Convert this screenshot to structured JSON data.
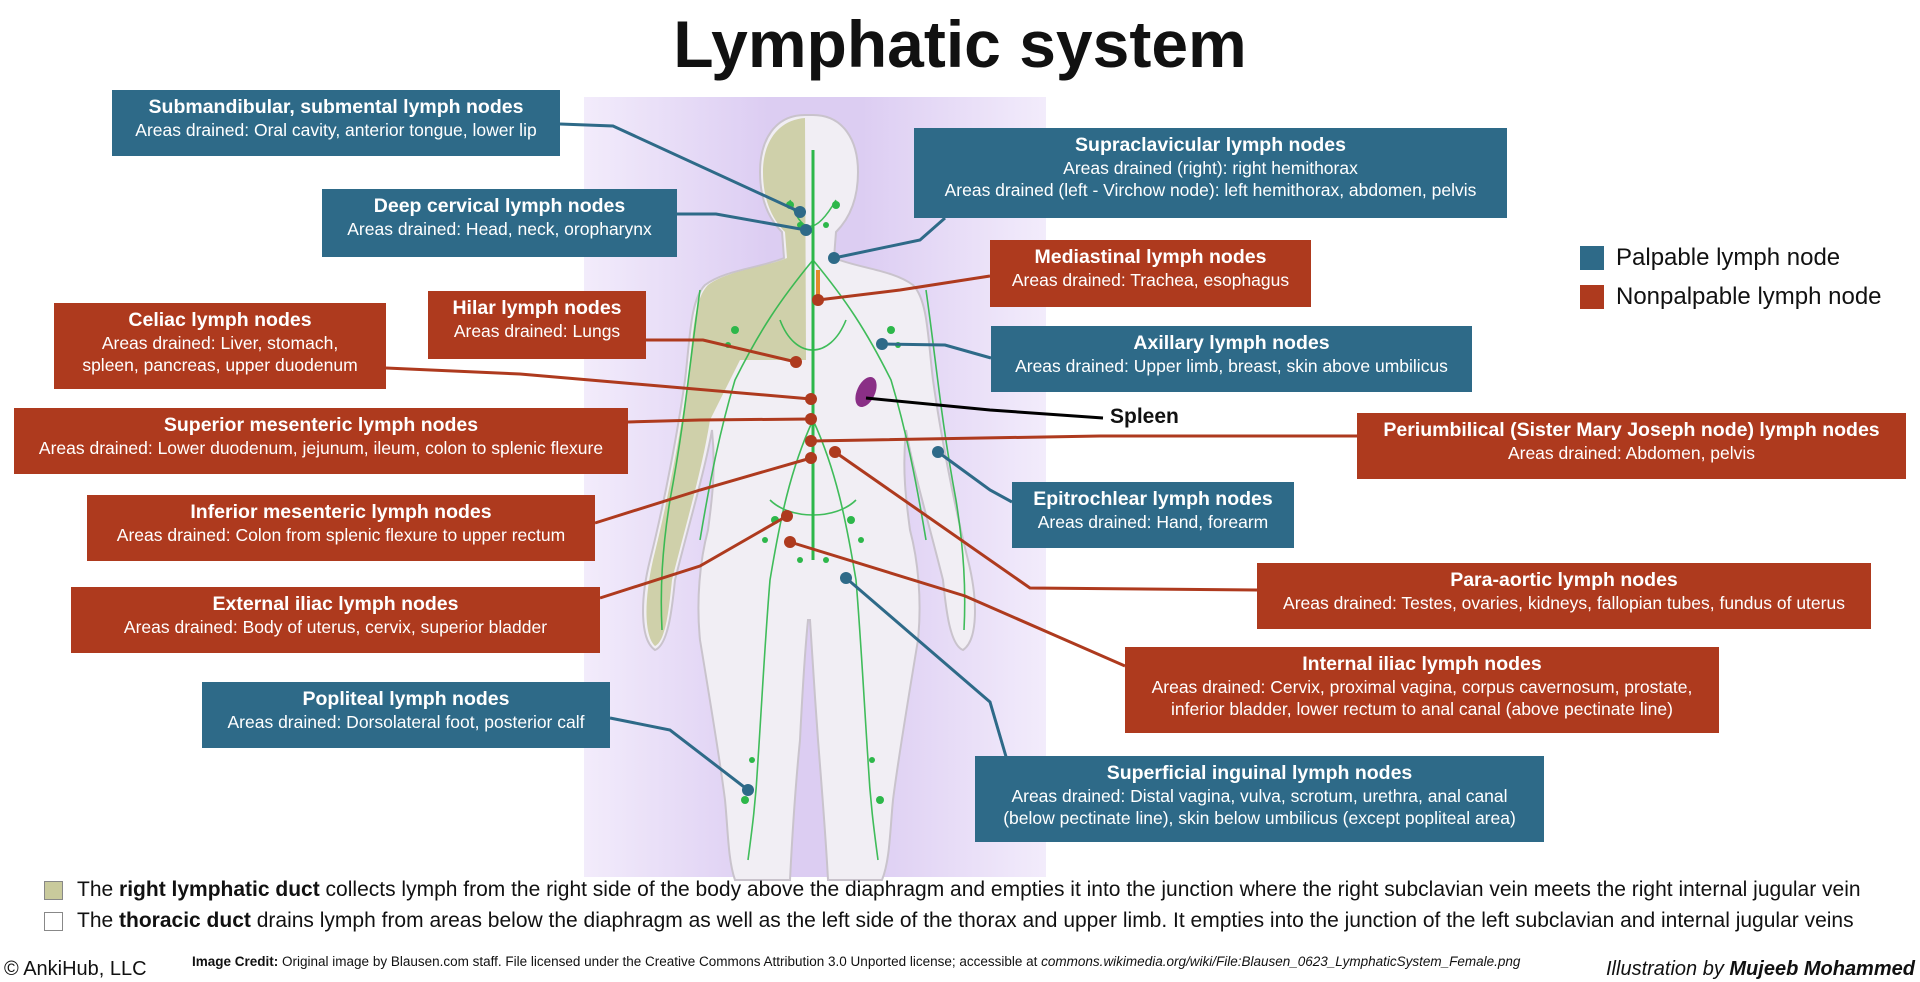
{
  "title": "Lymphatic system",
  "colors": {
    "palpable": "#2e6a88",
    "nonpalpable": "#ae3a1e",
    "right_duct_region": "#c9ca9c",
    "lymph_vessels": "#2db74a",
    "spleen": "#8a2f86"
  },
  "legend": [
    {
      "label": "Palpable lymph node",
      "color": "#2e6a88"
    },
    {
      "label": "Nonpalpable lymph node",
      "color": "#ae3a1e"
    }
  ],
  "nodes": {
    "submandibular": {
      "name": "Submandibular, submental lymph nodes",
      "drained": "Areas drained: Oral cavity, anterior tongue, lower lip"
    },
    "deep_cervical": {
      "name": "Deep cervical lymph nodes",
      "drained": "Areas drained: Head, neck, oropharynx"
    },
    "celiac": {
      "name": "Celiac lymph nodes",
      "drained1": "Areas drained: Liver, stomach,",
      "drained2": "spleen, pancreas, upper duodenum"
    },
    "hilar": {
      "name": "Hilar lymph nodes",
      "drained": "Areas drained: Lungs"
    },
    "sup_mesenteric": {
      "name": "Superior mesenteric lymph nodes",
      "drained": "Areas drained: Lower duodenum, jejunum, ileum, colon to splenic flexure"
    },
    "inf_mesenteric": {
      "name": "Inferior mesenteric lymph nodes",
      "drained": "Areas drained: Colon from splenic flexure to upper rectum"
    },
    "ext_iliac": {
      "name": "External iliac lymph nodes",
      "drained": "Areas drained: Body of uterus, cervix, superior bladder"
    },
    "popliteal": {
      "name": "Popliteal lymph nodes",
      "drained": "Areas drained: Dorsolateral foot, posterior calf"
    },
    "supraclavicular": {
      "name": "Supraclavicular lymph nodes",
      "drained1": "Areas drained (right): right hemithorax",
      "drained2": "Areas drained (left - Virchow node): left hemithorax, abdomen, pelvis"
    },
    "mediastinal": {
      "name": "Mediastinal lymph nodes",
      "drained": "Areas drained: Trachea, esophagus"
    },
    "axillary": {
      "name": "Axillary lymph nodes",
      "drained": "Areas drained: Upper limb, breast, skin above umbilicus"
    },
    "periumbilical": {
      "name": "Periumbilical (Sister Mary Joseph node) lymph nodes",
      "drained": "Areas drained: Abdomen, pelvis"
    },
    "epitrochlear": {
      "name": "Epitrochlear lymph nodes",
      "drained": "Areas drained: Hand, forearm"
    },
    "para_aortic": {
      "name": "Para-aortic lymph nodes",
      "drained": "Areas drained: Testes, ovaries, kidneys, fallopian tubes, fundus of uterus"
    },
    "int_iliac": {
      "name": "Internal iliac lymph nodes",
      "drained1": "Areas drained: Cervix, proximal vagina, corpus cavernosum, prostate,",
      "drained2": "inferior bladder, lower rectum to anal canal (above pectinate line)"
    },
    "sup_inguinal": {
      "name": "Superficial inguinal lymph nodes",
      "drained1": "Areas drained: Distal vagina, vulva, scrotum, urethra, anal canal",
      "drained2": "(below pectinate line), skin below umbilicus (except popliteal area)"
    }
  },
  "spleen_label": "Spleen",
  "footnotes": {
    "right_duct": {
      "pre": "The ",
      "bold": "right lymphatic duct",
      "post": " collects lymph from the right side of the body above the diaphragm and empties it into the junction where the right subclavian vein meets the right internal jugular vein"
    },
    "thoracic_duct": {
      "pre": "The ",
      "bold": "thoracic duct",
      "post": " drains lymph from areas below the diaphragm as well as the left side of the thorax and upper limb. It empties into the junction of the left subclavian and internal jugular veins"
    }
  },
  "copyright": "© AnkiHub, LLC",
  "credit": {
    "label": "Image Credit:",
    "text": " Original image by Blausen.com staff. File licensed under the Creative Commons Attribution 3.0 Unported license; accessible at ",
    "link": "commons.wikimedia.org/wiki/File:Blausen_0623_LymphaticSystem_Female.png"
  },
  "illustration": {
    "prefix": "Illustration by ",
    "author": "Mujeeb Mohammed"
  }
}
